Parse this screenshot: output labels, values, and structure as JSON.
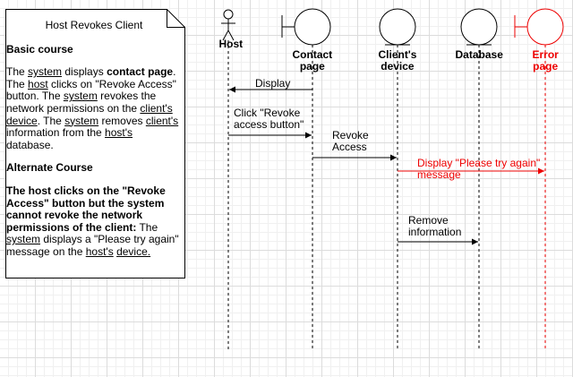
{
  "note": {
    "title": "Host Revokes Client",
    "basic_heading": "Basic course",
    "basic_text": [
      {
        "t": "The "
      },
      {
        "t": "system",
        "u": true
      },
      {
        "t": " displays "
      },
      {
        "t": "contact page",
        "b": true
      },
      {
        "t": ". The "
      },
      {
        "t": "host",
        "u": true
      },
      {
        "t": " clicks on \"Revoke Access\" button. The "
      },
      {
        "t": "system",
        "u": true
      },
      {
        "t": " revokes the network permissions on the "
      },
      {
        "t": "client's device",
        "u": true
      },
      {
        "t": ". The "
      },
      {
        "t": "system",
        "u": true
      },
      {
        "t": " removes "
      },
      {
        "t": "client's",
        "u": true
      },
      {
        "t": " information from the "
      },
      {
        "t": "host's",
        "u": true
      },
      {
        "t": " database."
      }
    ],
    "alt_heading": "Alternate Course",
    "alt_text": [
      {
        "t": "The host clicks on the \"Revoke Access\" button but the system cannot revoke the network permissions of the client:",
        "b": true
      },
      {
        "t": " The "
      },
      {
        "t": "system",
        "u": true
      },
      {
        "t": " displays a \"Please try again\" message on the "
      },
      {
        "t": "host's",
        "u": true
      },
      {
        "t": " "
      },
      {
        "t": "device.",
        "u": true
      }
    ]
  },
  "lifelines": [
    {
      "id": "host",
      "label": "Host",
      "kind": "actor",
      "color": "#000000"
    },
    {
      "id": "contact",
      "label": "Contact\npage",
      "kind": "boundary",
      "color": "#000000"
    },
    {
      "id": "client",
      "label": "Client's\ndevice",
      "kind": "entity",
      "color": "#000000"
    },
    {
      "id": "database",
      "label": "Database",
      "kind": "entity",
      "color": "#000000"
    },
    {
      "id": "error",
      "label": "Error\npage",
      "kind": "boundary",
      "color": "#ee0000"
    }
  ],
  "messages": [
    {
      "from": "contact",
      "to": "host",
      "label": "Display",
      "color": "#000000"
    },
    {
      "from": "host",
      "to": "contact",
      "label": "Click \"Revoke\naccess button\"",
      "color": "#000000"
    },
    {
      "from": "contact",
      "to": "client",
      "label": "Revoke\nAccess",
      "color": "#000000"
    },
    {
      "from": "client",
      "to": "error",
      "label": "Display \"Please try again\"\nmessage",
      "color": "#ee0000"
    },
    {
      "from": "client",
      "to": "database",
      "label": "Remove\ninformation",
      "color": "#000000"
    }
  ]
}
